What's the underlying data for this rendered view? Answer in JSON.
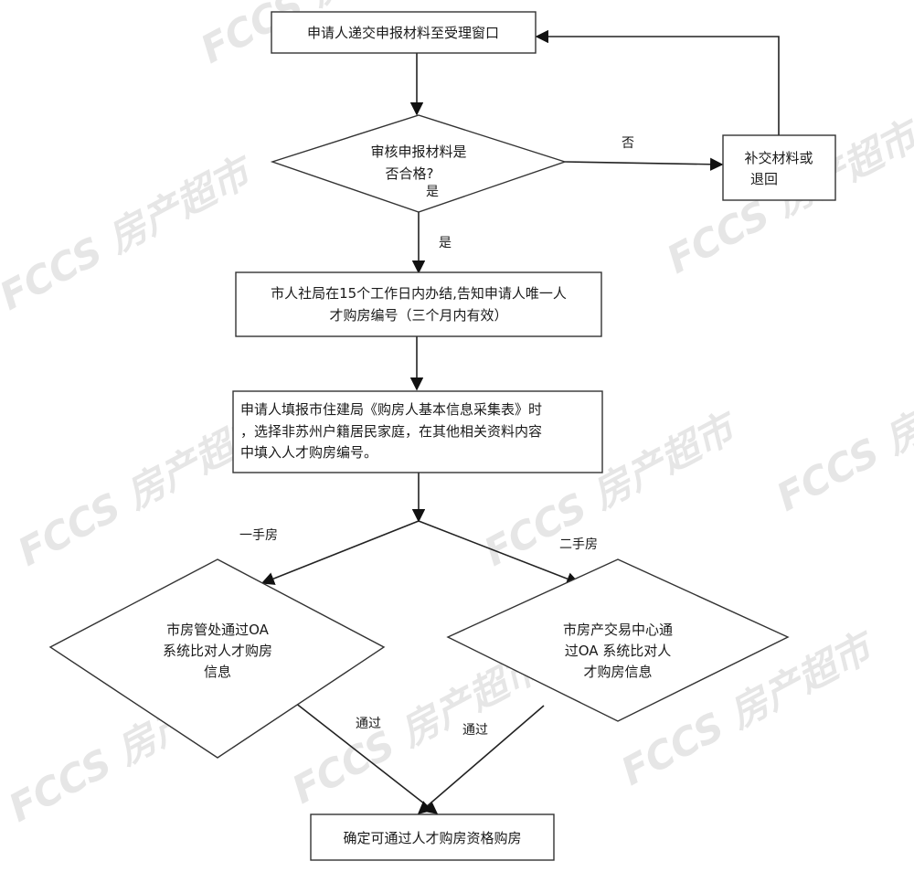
{
  "watermark": "FCCS 房产超市",
  "nodes": {
    "submit": "申请人递交申报材料至受理窗口",
    "review": [
      "审核申报材料是",
      "否合格?"
    ],
    "supplement": [
      "补交材料或",
      "退回"
    ],
    "bureau": [
      "市人社局在15个工作日内办结,告知申请人唯一人",
      "才购房编号（三个月内有效）"
    ],
    "fill_form": [
      "申请人填报市住建局《购房人基本信息采集表》时",
      "，选择非苏州户籍居民家庭，在其他相关资料内容",
      "中填入人才购房编号。"
    ],
    "new_house": [
      "市房管处通过OA",
      "系统比对人才购房",
      "信息"
    ],
    "second_house": [
      "市房产交易中心通",
      "过OA 系统比对人",
      "才购房信息"
    ],
    "result": "确定可通过人才购房资格购房"
  },
  "labels": {
    "no": "否",
    "yes_inside": "是",
    "yes": "是",
    "first_hand": "一手房",
    "second_hand": "二手房",
    "pass_left": "通过",
    "pass_right": "通过"
  }
}
